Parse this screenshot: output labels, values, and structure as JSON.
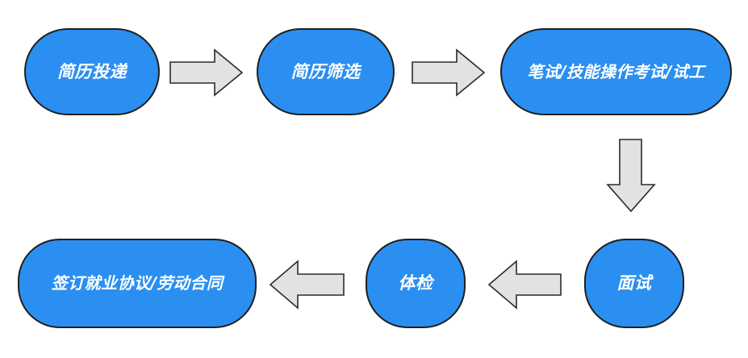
{
  "steps": [
    {
      "label": "简历投递"
    },
    {
      "label": "简历筛选"
    },
    {
      "label": "笔试/技能操作考试/试工"
    },
    {
      "label": "面试"
    },
    {
      "label": "体检"
    },
    {
      "label": "签订就业协议/劳动合同"
    }
  ],
  "colors": {
    "node_fill": "#2a8ff0",
    "node_border": "#1f1f1f",
    "node_text": "#ffffff",
    "arrow_fill": "#e2e2e2",
    "arrow_stroke": "#2b2b2b",
    "background": "#ffffff"
  },
  "connections": [
    {
      "from": 0,
      "to": 1,
      "direction": "right"
    },
    {
      "from": 1,
      "to": 2,
      "direction": "right"
    },
    {
      "from": 2,
      "to": 3,
      "direction": "down"
    },
    {
      "from": 3,
      "to": 4,
      "direction": "left"
    },
    {
      "from": 4,
      "to": 5,
      "direction": "left"
    }
  ]
}
